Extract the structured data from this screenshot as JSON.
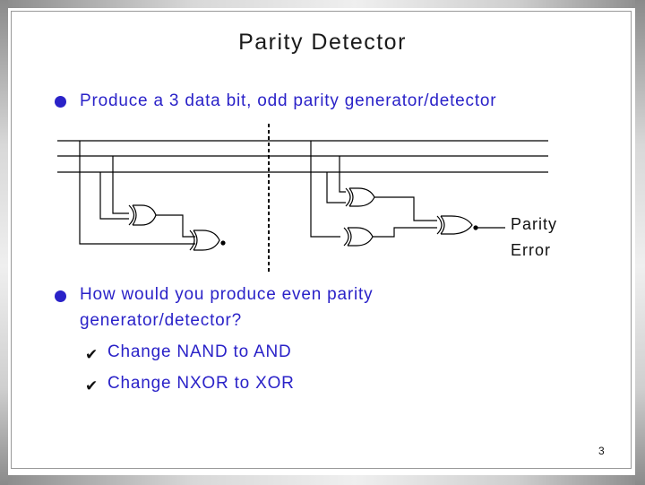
{
  "slide": {
    "title": "Parity Detector",
    "bullets": [
      {
        "text": "Produce a 3 data bit, odd parity generator/detector"
      },
      {
        "line1": "How would you produce even parity",
        "line2": "generator/detector?"
      }
    ],
    "sub_items": [
      {
        "check": "✔",
        "text": "Change NAND to AND"
      },
      {
        "check": "✔",
        "text": "Change NXOR to XOR"
      }
    ],
    "circuit": {
      "output_label_1": "Parity",
      "output_label_2": "Error"
    },
    "page_number": "3"
  },
  "colors": {
    "bullet_text": "#2a22c8",
    "title": "#1a1a1a"
  }
}
